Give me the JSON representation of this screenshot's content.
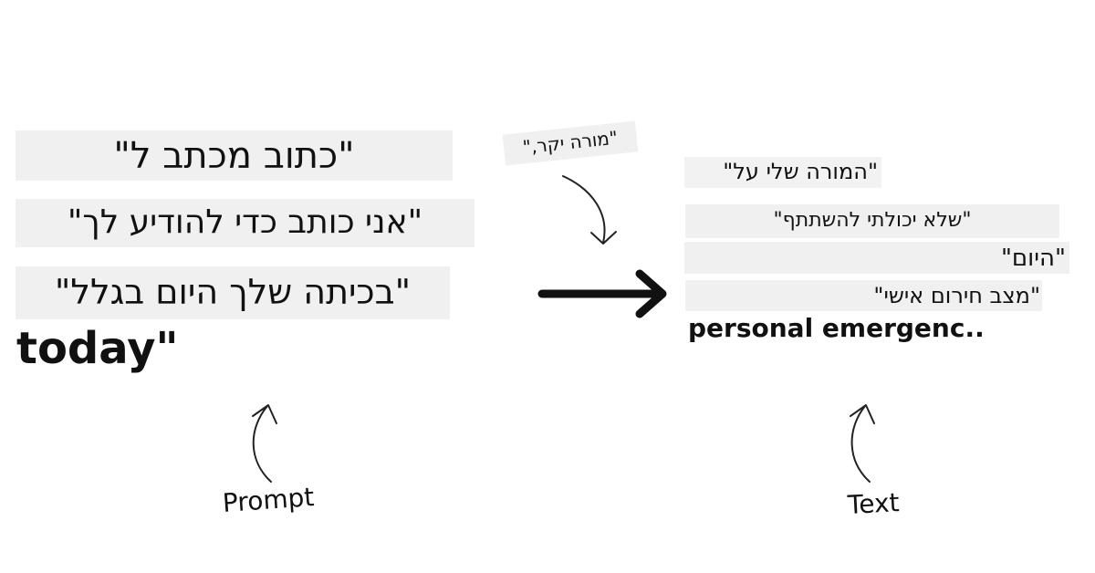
{
  "prompt": {
    "line1": "\"כתוב מכתב ל\"",
    "line2": "\"אני כותב כדי להודיע לך\"",
    "line3": "\"בכיתה שלך היום בגלל\"",
    "line4": "today\"",
    "label": "Prompt"
  },
  "middle": {
    "chip": "\"מורה יקר,\""
  },
  "text": {
    "line1": "\"המורה שלי על\"",
    "line2": "\"שלא יכולתי להשתתף\"",
    "line3": "\"היום\"",
    "line4": "\"מצב חירום אישי\"",
    "line5": "personal emergenc..",
    "label": "Text"
  }
}
